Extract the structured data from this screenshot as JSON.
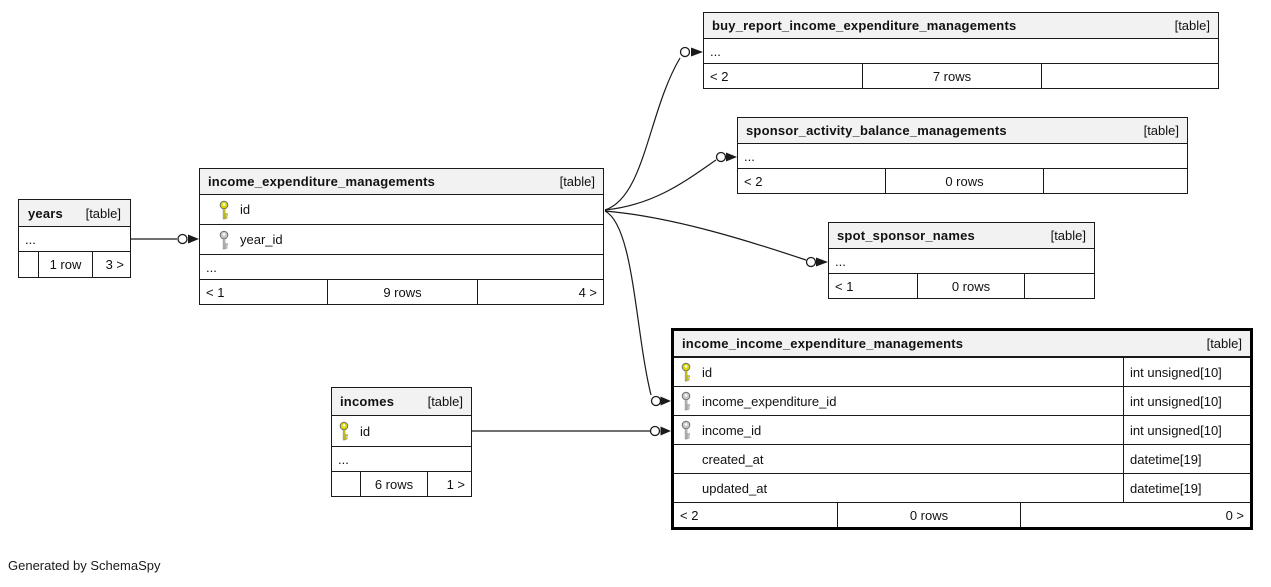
{
  "note": {
    "generator": "Generated by SchemaSpy"
  },
  "palette": {
    "primary_key_color": "#d8d800",
    "foreign_key_color": "#c8c8c8",
    "header_bg": "#f2f2f2",
    "border": "#1a1a1a",
    "background": "#ffffff"
  },
  "tables": {
    "years": {
      "title": "years",
      "type_badge": "[table]",
      "ellipsis": "...",
      "footer": {
        "left": "",
        "center": "1 row",
        "right": "3 >"
      }
    },
    "income_expenditure_managements": {
      "title": "income_expenditure_managements",
      "type_badge": "[table]",
      "columns": [
        {
          "name": "id",
          "key": "primary"
        },
        {
          "name": "year_id",
          "key": "foreign"
        }
      ],
      "ellipsis": "...",
      "footer": {
        "left": "< 1",
        "center": "9 rows",
        "right": "4 >"
      }
    },
    "buy_report_income_expenditure_managements": {
      "title": "buy_report_income_expenditure_managements",
      "type_badge": "[table]",
      "ellipsis": "...",
      "footer": {
        "left": "< 2",
        "center": "7 rows",
        "right": ""
      }
    },
    "sponsor_activity_balance_managements": {
      "title": "sponsor_activity_balance_managements",
      "type_badge": "[table]",
      "ellipsis": "...",
      "footer": {
        "left": "< 2",
        "center": "0 rows",
        "right": ""
      }
    },
    "spot_sponsor_names": {
      "title": "spot_sponsor_names",
      "type_badge": "[table]",
      "ellipsis": "...",
      "footer": {
        "left": "< 1",
        "center": "0 rows",
        "right": ""
      }
    },
    "incomes": {
      "title": "incomes",
      "type_badge": "[table]",
      "columns": [
        {
          "name": "id",
          "key": "primary"
        }
      ],
      "ellipsis": "...",
      "footer": {
        "left": "",
        "center": "6 rows",
        "right": "1 >"
      }
    },
    "income_income_expenditure_managements": {
      "title": "income_income_expenditure_managements",
      "type_badge": "[table]",
      "columns": [
        {
          "name": "id",
          "key": "primary",
          "type": "int unsigned[10]"
        },
        {
          "name": "income_expenditure_id",
          "key": "foreign",
          "type": "int unsigned[10]"
        },
        {
          "name": "income_id",
          "key": "foreign",
          "type": "int unsigned[10]"
        },
        {
          "name": "created_at",
          "key": "none",
          "type": "datetime[19]"
        },
        {
          "name": "updated_at",
          "key": "none",
          "type": "datetime[19]"
        }
      ],
      "footer": {
        "left": "< 2",
        "center": "0 rows",
        "right": "0 >"
      }
    }
  },
  "relationships": [
    {
      "from": "years",
      "to": "income_expenditure_managements.year_id"
    },
    {
      "from": "income_expenditure_managements.id",
      "to": "buy_report_income_expenditure_managements"
    },
    {
      "from": "income_expenditure_managements.id",
      "to": "sponsor_activity_balance_managements"
    },
    {
      "from": "income_expenditure_managements.id",
      "to": "spot_sponsor_names"
    },
    {
      "from": "income_expenditure_managements.id",
      "to": "income_income_expenditure_managements.income_expenditure_id"
    },
    {
      "from": "incomes.id",
      "to": "income_income_expenditure_managements.income_id"
    }
  ]
}
